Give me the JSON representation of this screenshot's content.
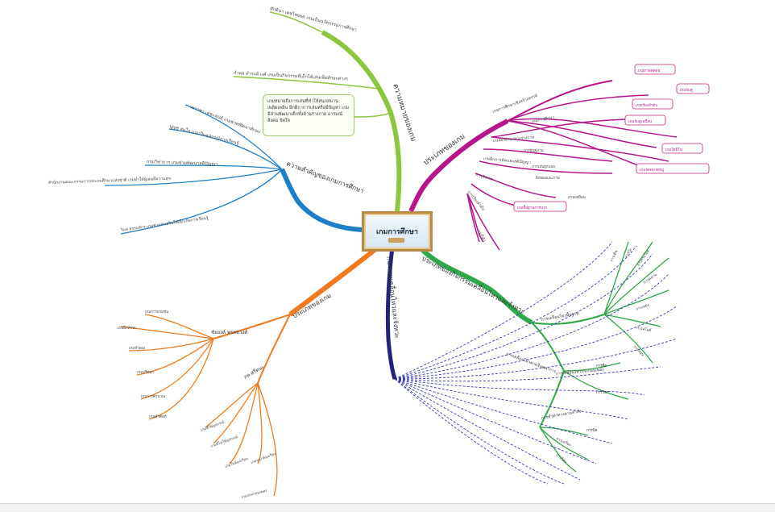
{
  "central": {
    "title": "เกมการศึกษา"
  },
  "colors": {
    "purple": "#b5168a",
    "green": "#2ea84a",
    "navy": "#23237a",
    "orange": "#f07b1e",
    "blue": "#1e7fc8",
    "lime": "#8cc63f",
    "box_border": "#c2227a"
  },
  "branches": {
    "meaning": {
      "label": "ความหมายของเกม",
      "items": [
        "ศักดินา เดชไชยยศ เกมเป็นนวัตกรรมการศึกษา",
        "กำพล ดำรงค์วงศ์ เกมเป็นกิจกรรมที่เด็กได้เล่นเพื่อทักษะต่างๆ"
      ],
      "definition": "เกมหมายถึงการเล่นที่ทำให้สนุกสนาน เพลิดเพลิน มีกติกาการเล่นหรือมีปัญหา เกมมีส่วนพัฒนาเด็กทั้งด้านร่างกาย อารมณ์ สังคม จิตใจ"
    },
    "game_types": {
      "label": "ประเภทของเกม",
      "items": [
        "เกมการศึกษาเชิงสร้างสรรค์",
        "เกมการศึกษา",
        "เกมฝึกทักษะทางร่างกาย",
        "เกมฝึกการคิดและสติปัญญา",
        "การสังเกต",
        "การเรียงลำดับ",
        "เกมกีฬา"
      ],
      "boxes": [
        "เกมภาพตัดต่อ",
        "เกมจับคู่",
        "เกมเรียงลำดับ",
        "เกมจับคู่เหมือน",
        "เกมโดมิโน",
        "เกมจัดหมวดหมู่",
        "เกมพื้นฐานการบวก"
      ],
      "sub": [
        "การจับคู่ภาพ",
        "การเล่นลูกบอล",
        "สิ่งของและภาพ",
        "ภาพเหมือน"
      ]
    },
    "activity_types": {
      "label": "ประเภทของกิจกรรมเคลื่อนไหวและจังหวะ",
      "items": [
        "การเคลื่อนไหวพื้นฐาน",
        "การเคลื่อนไหวประกอบเพลง",
        "การเคลื่อนไหวตามจินตนาการ",
        "การทำท่าทางตามคำสั่ง"
      ],
      "leaves": [
        "การเดิน",
        "การวิ่ง",
        "การกระโดด",
        "การคลาน",
        "การเขย่ง",
        "การสไลด์",
        "การหมุน",
        "การยืด",
        "การโยก",
        "การบิด",
        "การเหวี่ยง",
        "การโค้ง",
        "การผลัก",
        "การดึง",
        "การม้วน",
        "การตี"
      ]
    },
    "movement": {
      "label": "กิจกรรมเคลื่อนไหวและจังหวะ"
    },
    "game_kinds": {
      "label": "ประเภทของเกม",
      "group1": {
        "label": "ชัยยงค์ พรหมวงศ์",
        "items": [
          "เกมการแข่งขัน",
          "เกมฝึกทักษะ",
          "เกมจำลอง",
          "เกมปริศนา",
          "เกมการคำนวณ",
          "เกมคำศัพท์"
        ]
      },
      "group2": {
        "label": "ภพ ศรีตนะ",
        "items": [
          "เกมที่ใช้อุปกรณ์",
          "เกมที่ไม่ใช้อุปกรณ์",
          "เกมในห้องเรียน",
          "เกมนอกห้องเรียน",
          "เกมประกอบเพลง"
        ]
      }
    },
    "importance": {
      "label": "ความสำคัญของเกมการศึกษา",
      "items": [
        "เยาวพา เดชะคุปต์ เกมช่วยพัฒนาทักษะ",
        "บุญชู สมใจ เกมเป็นอุปกรณ์การเรียนรู้",
        "กรมวิชาการ เกมช่วยพัฒนาสติปัญญา",
        "สำนักงานคณะกรรมการประถมศึกษาแห่งชาติ เกมทำให้ผู้เล่นมีความสุข",
        "วิมล ธรรมจักร เกมช่วยส่งเสริมให้เด็กเกิดการเรียนรู้"
      ]
    }
  }
}
